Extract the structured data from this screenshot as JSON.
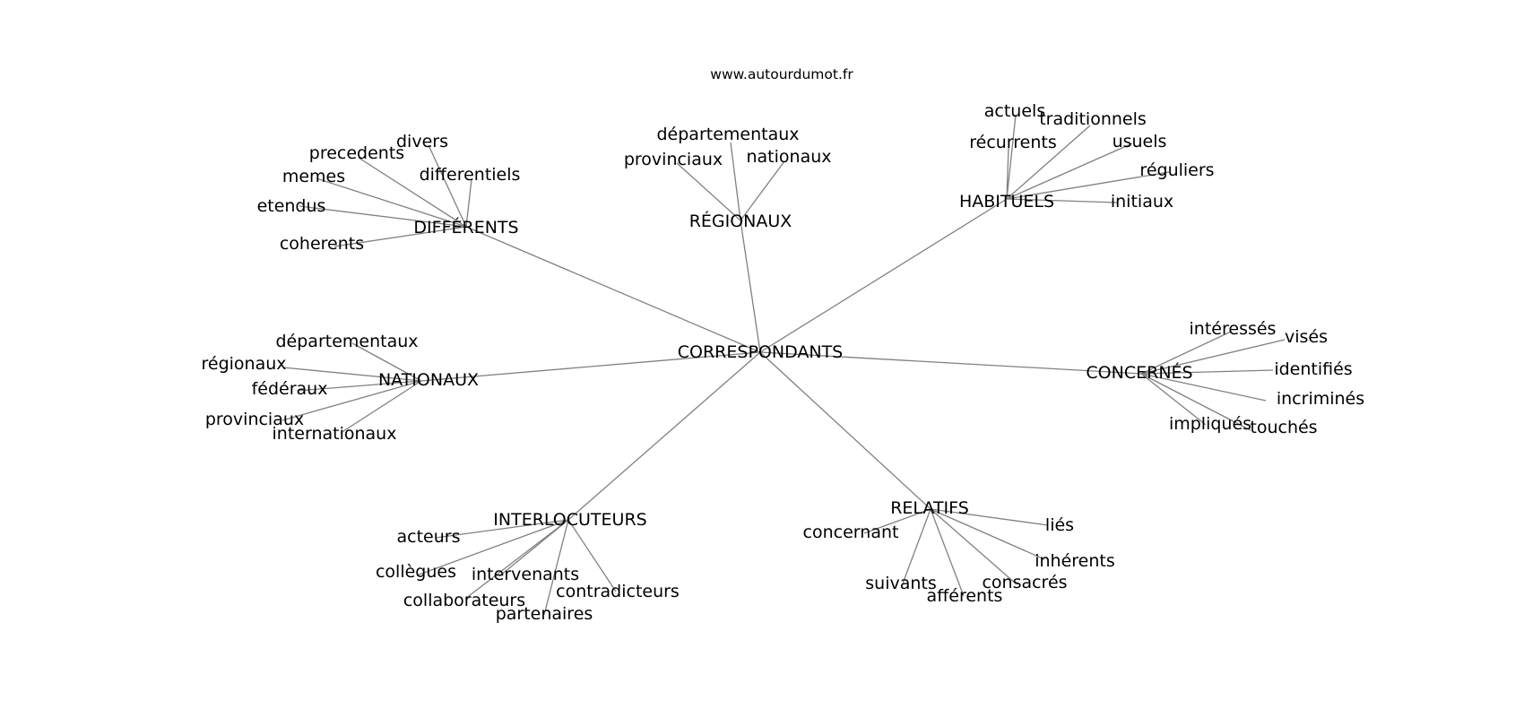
{
  "site": "www.autourdumot.fr",
  "center": "CORRESPONDANTS",
  "groups": [
    {
      "label": "DIFFÉRENTS",
      "words": [
        "divers",
        "precedents",
        "memes",
        "differentiels",
        "etendus",
        "coherents"
      ]
    },
    {
      "label": "RÉGIONAUX",
      "words": [
        "départementaux",
        "provinciaux",
        "nationaux"
      ]
    },
    {
      "label": "HABITUELS",
      "words": [
        "actuels",
        "traditionnels",
        "récurrents",
        "usuels",
        "réguliers",
        "initiaux"
      ]
    },
    {
      "label": "NATIONAUX",
      "words": [
        "départementaux",
        "régionaux",
        "fédéraux",
        "provinciaux",
        "internationaux"
      ]
    },
    {
      "label": "CONCERNÉS",
      "words": [
        "intéressés",
        "visés",
        "identifiés",
        "incriminés",
        "impliqués",
        "touchés"
      ]
    },
    {
      "label": "INTERLOCUTEURS",
      "words": [
        "acteurs",
        "collègues",
        "intervenants",
        "contradicteurs",
        "collaborateurs",
        "partenaires"
      ]
    },
    {
      "label": "RELATIFS",
      "words": [
        "concernant",
        "liés",
        "inhérents",
        "suivants",
        "consacrés",
        "afférents"
      ]
    }
  ]
}
